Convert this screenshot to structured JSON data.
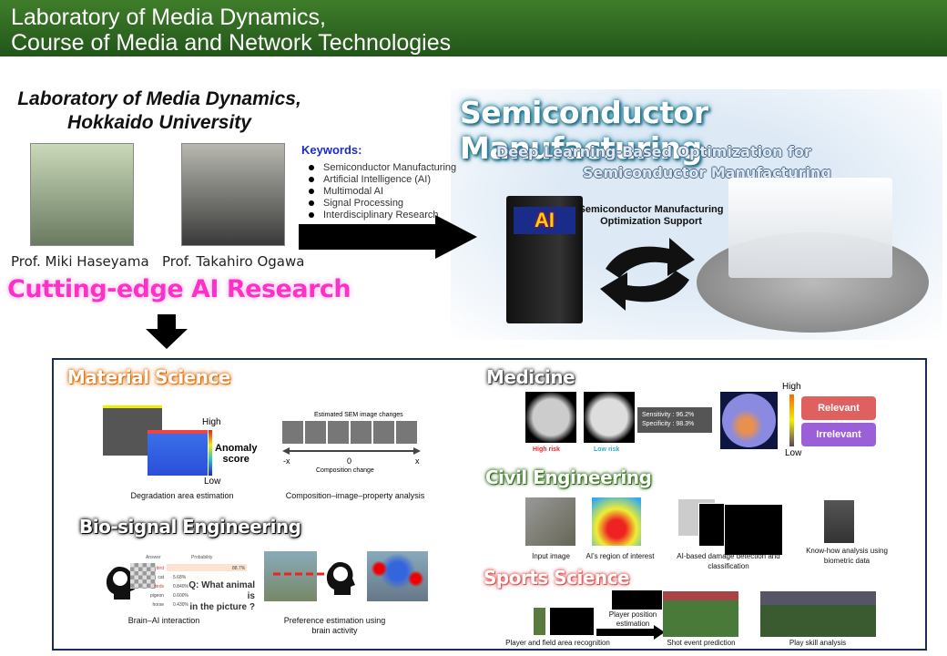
{
  "header": {
    "line1": "Laboratory of Media Dynamics,",
    "line2": "Course of Media and Network Technologies"
  },
  "lab": {
    "line1": "Laboratory of Media Dynamics,",
    "line2": "Hokkaido University"
  },
  "professors": [
    "Prof. Miki Haseyama",
    "Prof. Takahiro Ogawa"
  ],
  "tagline": "Cutting-edge AI Research",
  "keywords": {
    "title": "Keywords:",
    "items": [
      "Semiconductor Manufacturing",
      "Artificial Intelligence (AI)",
      "Multimodal AI",
      "Signal Processing",
      "Interdisciplinary Research"
    ]
  },
  "semi": {
    "title": "Semiconductor Manufacturing",
    "sub1": "Deep Learning-Based Optimization for",
    "sub2": "Semiconductor Manufacturing",
    "ai": "AI",
    "support1": "Semiconductor Manufacturing",
    "support2": "Optimization Support"
  },
  "material": {
    "title": "Material Science",
    "high": "High",
    "low": "Low",
    "anomaly1": "Anomaly",
    "anomaly2": "score",
    "sem": "Estimated SEM image changes",
    "neg": "-x",
    "zero": "0",
    "pos": "x",
    "comp": "Composition change",
    "cap1": "Degradation area estimation",
    "cap2": "Composition–image–property analysis"
  },
  "bio": {
    "title": "Bio-signal Engineering",
    "answer": "Answer",
    "prob": "Probability",
    "rows": [
      {
        "a": "bird",
        "p": "88.7%"
      },
      {
        "a": "cat",
        "p": "5.68%"
      },
      {
        "a": "birds",
        "p": "0.840%"
      },
      {
        "a": "pigeon",
        "p": "0.600%"
      },
      {
        "a": "horse",
        "p": "0.430%"
      }
    ],
    "question1": "Q: What animal is",
    "question2": "in the picture ?",
    "cap1": "Brain–AI interaction",
    "cap2a": "Preference estimation using",
    "cap2b": "brain activity"
  },
  "medicine": {
    "title": "Medicine",
    "high_risk": "High risk",
    "low_risk": "Low risk",
    "sens": "Sensitivity : 96.2%",
    "spec": "Specificity : 98.3%",
    "high": "High",
    "low": "Low",
    "relevant": "Relevant",
    "irrelevant": "Irrelevant"
  },
  "civil": {
    "title": "Civil Engineering",
    "cap1": "Input image",
    "cap2": "AI's region of interest",
    "cap3a": "AI-based damage detection and",
    "cap3b": "classification",
    "cap4a": "Know-how analysis using",
    "cap4b": "biometric data"
  },
  "sports": {
    "title": "Sports Science",
    "cap1": "Player and field area recognition",
    "cap2a": "Player position",
    "cap2b": "estimation",
    "cap3": "Shot event prediction",
    "cap4": "Play skill analysis"
  },
  "colors": {
    "header": "#2e6b22",
    "tagline": "#ff2fc8",
    "border": "#1b2c5c",
    "relevant": "#e06060",
    "irrelevant": "#9b5fd8"
  }
}
